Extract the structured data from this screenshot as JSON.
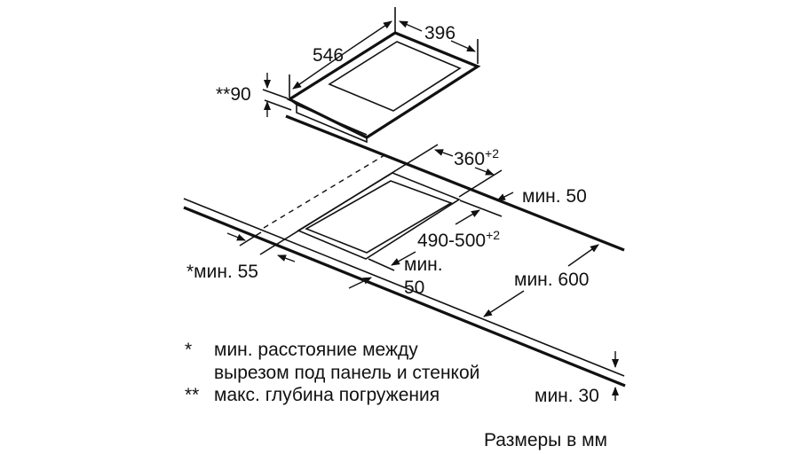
{
  "hob": {
    "length": "546",
    "width": "396",
    "depth": "**90"
  },
  "cutout": {
    "width": "360",
    "width_tol": "+2",
    "length": "490-500",
    "length_tol": "+2",
    "back_clearance": "мин. 50",
    "side_clearance": "*мин. 55",
    "front_clearance_line1": "мин.",
    "front_clearance_line2": "50",
    "counter_depth": "мин. 600",
    "counter_thickness": "мин. 30"
  },
  "legend": [
    {
      "mark": "*",
      "lines": [
        "мин. расстояние между",
        "вырезом под панель и стенкой"
      ]
    },
    {
      "mark": "**",
      "lines": [
        "макс. глубина погружения"
      ]
    }
  ],
  "units_note": "Размеры в мм"
}
